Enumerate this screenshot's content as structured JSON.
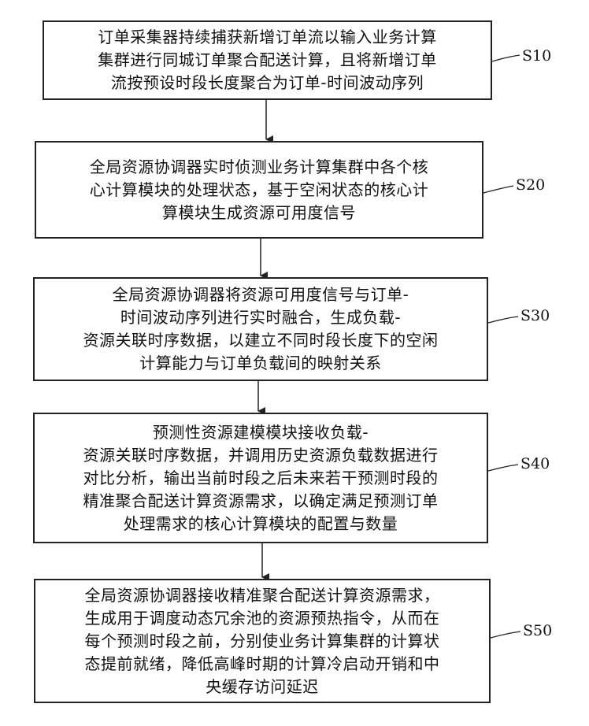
{
  "steps": [
    {
      "id": "S10",
      "label": "S10",
      "lines": [
        "订单采集器持续捕获新增订单流以输入业务计算",
        "集群进行同城订单聚合配送计算，且将新增订单",
        "流按预设时段长度聚合为订单-时间波动序列"
      ]
    },
    {
      "id": "S20",
      "label": "S20",
      "lines": [
        "全局资源协调器实时侦测业务计算集群中各个核",
        "心计算模块的处理状态，基于空闲状态的核心计",
        "算模块生成资源可用度信号"
      ]
    },
    {
      "id": "S30",
      "label": "S30",
      "lines": [
        "全局资源协调器将资源可用度信号与订单-",
        "时间波动序列进行实时融合，生成负载-",
        "资源关联时序数据，以建立不同时段长度下的空闲",
        "计算能力与订单负载间的映射关系"
      ]
    },
    {
      "id": "S40",
      "label": "S40",
      "lines": [
        "预测性资源建模模块接收负载-",
        "资源关联时序数据，并调用历史资源负载数据进行",
        "对比分析，输出当前时段之后未来若干预测时段的",
        "精准聚合配送计算资源需求，以确定满足预测订单",
        "处理需求的核心计算模块的配置与数量"
      ]
    },
    {
      "id": "S50",
      "label": "S50",
      "lines": [
        "全局资源协调器接收精准聚合配送计算资源需求，",
        "生成用于调度动态冗余池的资源预热指令，从而在",
        "每个预测时段之前，分别使业务计算集群的计算状",
        "态提前就绪，降低高峰时期的计算冷启动开销和中",
        "央缓存访问延迟"
      ]
    }
  ]
}
